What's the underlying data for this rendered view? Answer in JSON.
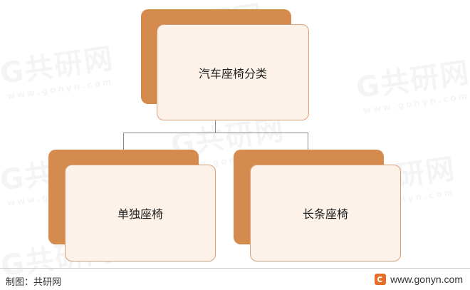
{
  "diagram": {
    "root": {
      "label": "汽车座椅分类"
    },
    "children": [
      {
        "label": "单独座椅"
      },
      {
        "label": "长条座椅"
      }
    ]
  },
  "footer": {
    "source": "制图：共研网",
    "website": "www.gonyn.com"
  },
  "watermark": {
    "brand": "共研网",
    "url": "gonyn.com"
  },
  "colors": {
    "accent": "#d58a4e",
    "box_fill": "#fcf2ea",
    "box_border": "#d8a07a"
  }
}
